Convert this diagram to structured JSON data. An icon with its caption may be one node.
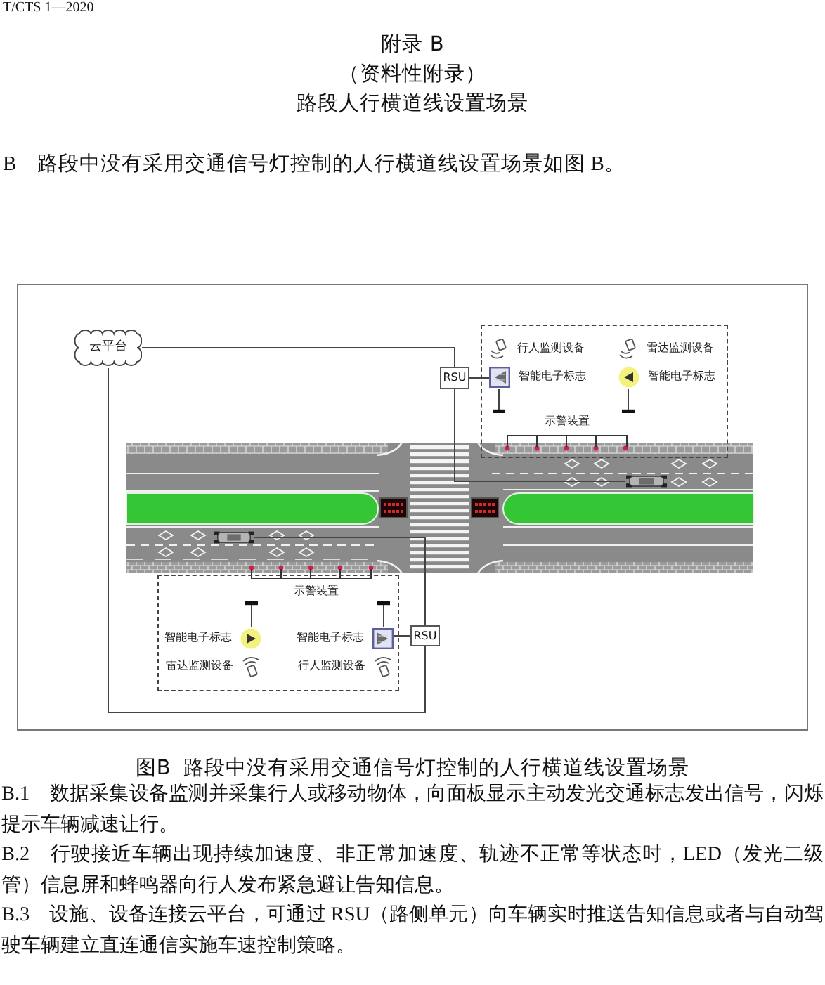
{
  "diagram": {
    "title": "附录 B",
    "caption": "图B  路段中没有采用交通信号灯控制的人行横道线设置场景",
    "nodes": [
      {
        "text": [
          "云平台"
        ]
      },
      {
        "text": [
          "RSU"
        ]
      },
      {
        "text": [],
        "shape": "box"
      },
      {
        "text": [
          "行人监测设备"
        ],
        "in": 2
      },
      {
        "text": [
          "雷达监测设备"
        ],
        "in": 2
      },
      {
        "text": [
          "智能电子标志"
        ],
        "in": 2
      },
      {
        "text": [
          "智能电子标志"
        ],
        "in": 2
      },
      {
        "text": [
          "示警装置"
        ],
        "in": 2
      },
      {
        "text": [],
        "shape": "car"
      },
      {
        "text": [],
        "shape": "car"
      },
      {
        "text": [],
        "shape": "box"
      },
      {
        "text": [
          "示警装置"
        ],
        "in": 10
      },
      {
        "text": [
          "智能电子标志"
        ],
        "in": 10
      },
      {
        "text": [
          "智能电子标志"
        ],
        "in": 10
      },
      {
        "text": [
          "雷达监测设备"
        ],
        "in": 10
      },
      {
        "text": [
          "行人监测设备"
        ],
        "in": 10
      },
      {
        "text": [
          "RSU"
        ]
      }
    ],
    "edges": [
      {
        "from": 0,
        "to": 1,
        "arrow": "none"
      },
      {
        "from": 0,
        "to": 16,
        "arrow": "none"
      },
      {
        "from": 1,
        "to": 5,
        "arrow": "none"
      },
      {
        "from": 1,
        "to": 8,
        "arrow": "none"
      },
      {
        "from": 16,
        "to": 13,
        "arrow": "none"
      },
      {
        "from": 16,
        "to": 9,
        "arrow": "none"
      },
      {
        "from": 5,
        "to": 7,
        "arrow": "other"
      },
      {
        "from": 6,
        "to": 7,
        "arrow": "other"
      },
      {
        "from": 12,
        "to": 11,
        "arrow": "other"
      },
      {
        "from": 13,
        "to": 11,
        "arrow": "other"
      }
    ],
    "labels": [
      "T/CTS 1—2020",
      "（资料性附录）",
      "路段人行横道线设置场景",
      "B　路段中没有采用交通信号灯控制的人行横道线设置场景如图 B。",
      "B.1　数据采集设备监测并采集行人或移动物体，向面板显示主动发光交通标志发出信号，闪烁提示车辆减速让行。",
      "B.2　行驶接近车辆出现持续加速度、非正常加速度、轨迹不正常等状态时，LED（发光二级管）信息屏和蜂鸣器向行人发布紧急避让告知信息。",
      "B.3　设施、设备连接云平台，可通过 RSU（路侧单元）向车辆实时推送告知信息或者与自动驾驶车辆建立直连通信实施车速控制策略。"
    ]
  }
}
